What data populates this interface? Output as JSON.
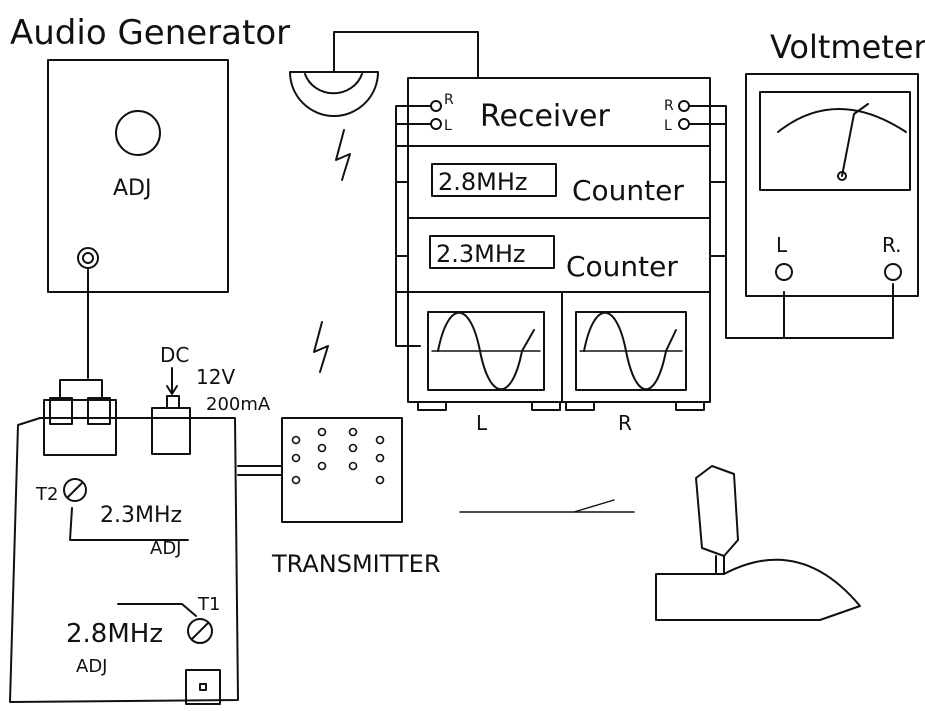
{
  "labels": {
    "audio_generator": "Audio Generator",
    "adj_audio": "ADJ",
    "voltmeter": "Voltmeter",
    "receiver": "Receiver",
    "receiver_r_left": "R",
    "receiver_l_left": "L",
    "receiver_r_right": "R",
    "receiver_l_right": "L",
    "freq_28": "2.8MHz",
    "counter_1": "Counter",
    "freq_23": "2.3MHz",
    "counter_2": "Counter",
    "scope_l": "L",
    "scope_r": "R",
    "volt_l": "L",
    "volt_r": "R.",
    "dc": "DC",
    "volt_12": "12V",
    "current_200": "200mA",
    "t2": "T2",
    "freq_23_adj": "2.3MHz",
    "adj_t2": "ADJ",
    "transmitter": "TRANSMITTER",
    "t1": "T1",
    "freq_28_adj": "2.8MHz",
    "adj_t1": "ADJ"
  },
  "colors": {
    "ink": "#111111",
    "paper": "#ffffff"
  },
  "icons": {
    "antenna": "antenna-dish-icon",
    "signal": "lightning-signal-icon",
    "knob": "knob-icon",
    "jack": "jack-icon",
    "headset": "headset-icon"
  }
}
